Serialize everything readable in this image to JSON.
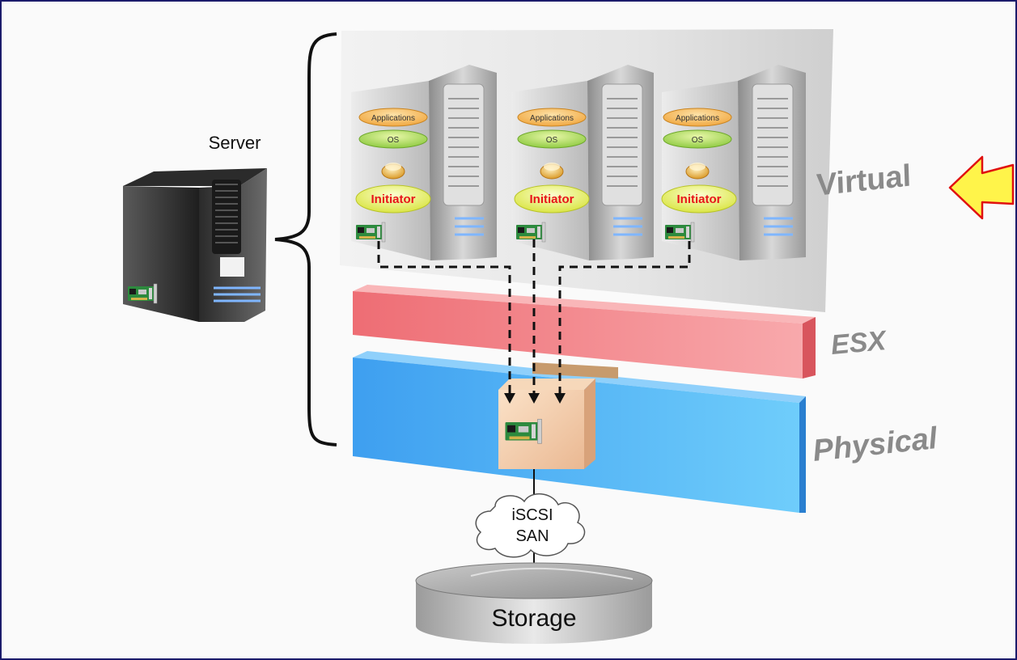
{
  "server": {
    "label": "Server"
  },
  "layers": {
    "virtual": "Virtual",
    "esx": "ESX",
    "physical": "Physical"
  },
  "vms": [
    {
      "applications": "Applications",
      "os": "OS",
      "initiator": "Initiator"
    },
    {
      "applications": "Applications",
      "os": "OS",
      "initiator": "Initiator"
    },
    {
      "applications": "Applications",
      "os": "OS",
      "initiator": "Initiator"
    }
  ],
  "network": {
    "line1": "iSCSI",
    "line2": "SAN"
  },
  "storage": {
    "label": "Storage"
  },
  "colors": {
    "frame_border": "#1b1b6b",
    "virtual_panel": "#e6e6e6",
    "esx_band": "#f07a80",
    "physical_band": "#4fa8ee",
    "initiator_text": "#e8141a",
    "arrow_fill": "#fff44a",
    "arrow_stroke": "#e01010"
  }
}
